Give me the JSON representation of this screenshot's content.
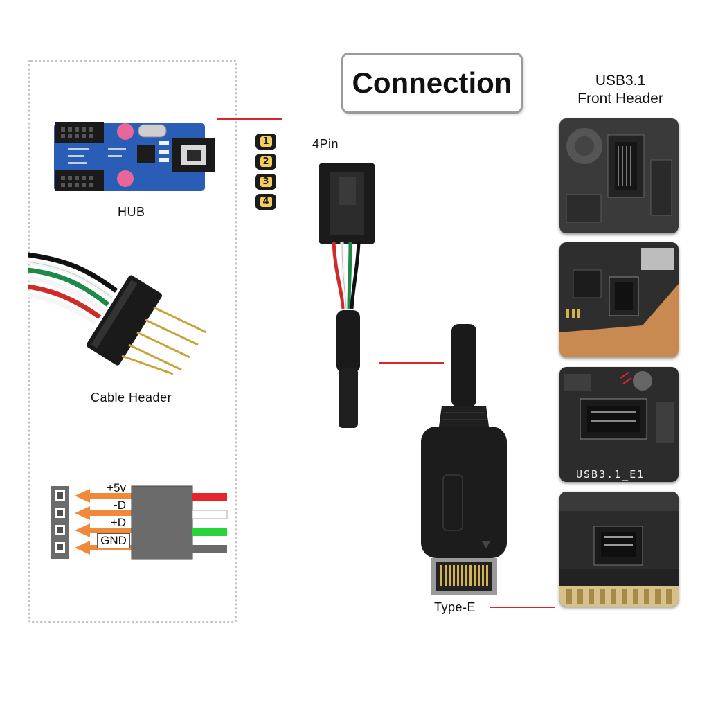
{
  "title": "Connection",
  "front_header": {
    "line1": "USB3.1",
    "line2": "Front Header"
  },
  "labels": {
    "hub": "HUB",
    "cable_header": "Cable Header",
    "four_pin": "4Pin",
    "type_e": "Type-E",
    "usb31_e1": "USB3.1_E1"
  },
  "pins": [
    "1",
    "2",
    "3",
    "4"
  ],
  "pinout": [
    "+5v",
    "-D",
    "+D",
    "GND"
  ],
  "wire_colors": [
    "#e8262a",
    "#ffffff",
    "#29d33a",
    "#6a6a6a"
  ],
  "colors": {
    "accent_line": "#d9262c",
    "pcb_blue": "#2a5db6",
    "pin_yellow": "#f3cd5d"
  }
}
